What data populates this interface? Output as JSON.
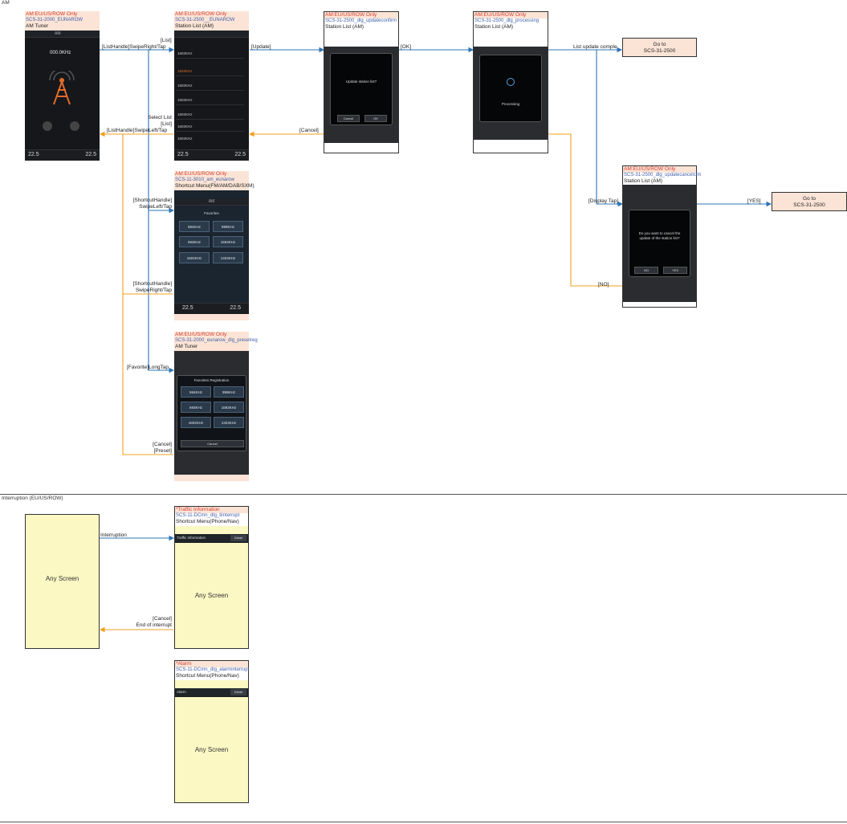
{
  "sections": {
    "am_label": "AM",
    "interruption_label": "Interruption (EU/US/ROW)"
  },
  "cards": {
    "am_tuner": {
      "region": "AM:EU/US/ROW Only",
      "code": "SCS-31-2000_EUNAROW",
      "title": "AM Tuner"
    },
    "station_list": {
      "region": "AM:EU/US/ROW Only",
      "code": "SCS-31-2500__EUNAROW",
      "title": "Station List (AM)"
    },
    "update_confirm": {
      "region": "AM:EU/US/ROW Only",
      "code": "SCS-31-2500_dlg_updateconfirm",
      "title": "Station List (AM)"
    },
    "processing": {
      "region": "AM:EU/US/ROW Only",
      "code": "SCS-31-2500_dlg_processing",
      "title": "Station List (AM)"
    },
    "shortcut_menu": {
      "region": "AM:EU/US/ROW Only",
      "code": "SCS-11-3010_am_eunarow",
      "title": "Shortcut Menu(FM/AM/DAB/SXM)"
    },
    "cancel_confirm": {
      "region": "AM:EU/US/ROW Only",
      "code": "SCS-31-2500_dlg_updatecancelcfm",
      "title": "Station List (AM)"
    },
    "preset_reg": {
      "region": "AM:EU/US/ROW Only",
      "code": "SCS-31-2000_eunarow_dlg_presetreg",
      "title": "AM Tuner"
    },
    "traffic": {
      "region": "*Traffic Information",
      "code": "SCS-11-DCmn_dlg_tiinterrupt",
      "title": "Shortcut Menu(Phone/Nav)"
    },
    "alarm": {
      "region": "*Alarm",
      "code": "SCS-11-DCmn_dlg_alarminterrupt",
      "title": "Shortcut Menu(Phone/Nav)"
    }
  },
  "goto_boxes": {
    "top": {
      "line1": "Go to",
      "line2": "SCS-31-2500"
    },
    "right": {
      "line1": "Go to",
      "line2": "SCS-31-2500"
    }
  },
  "any_screen": {
    "left": "Any Screen",
    "traffic": "Any Screen",
    "alarm": "Any Screen"
  },
  "transitions": {
    "list": "[List]",
    "list_handle_swipe_right": "[ListHandle]SwipeRight/Tap",
    "update": "[Update]",
    "ok": "[OK]",
    "list_update_complete": "List update comple",
    "select_list": "Select List",
    "list2": "[List]",
    "list_handle_swipe_left": "[ListHandle]SwipeLeft/Tap",
    "cancel": "[Cancel]",
    "display_tap": "[Display Tap]",
    "yes": "[YES]",
    "no": "[NO]",
    "shortcut_handle_left_1": "[ShortcutHandle]",
    "shortcut_handle_left_2": "SwipeLeft/Tap",
    "shortcut_handle_right_1": "[ShortcutHandle]",
    "shortcut_handle_right_2": "SwipeRight/Tap",
    "favorite_longtap": "[Favorite]LongTap",
    "cancel2": "[Cancel]",
    "preset": "[Preset]",
    "interruption": "Interruption",
    "cancel3": "[Cancel]",
    "end_of_interrupt": "End of interrupt"
  },
  "screens": {
    "tuner": {
      "freq": "000.0KHz",
      "temp_left": "22.5",
      "temp_right": "22.5",
      "status": "AM"
    },
    "list": {
      "items": [
        "1602KHz",
        "1602KHz",
        "1602KHz",
        "1602KHz",
        "1602KHz",
        "1602KHz",
        "1602KHz"
      ],
      "temp_left": "22.5",
      "temp_right": "22.5"
    },
    "update_dialog": {
      "message": "Update station list?",
      "cancel": "Cancel",
      "ok": "OK"
    },
    "processing": {
      "message": "Processing"
    },
    "shortcut": {
      "header": "AM",
      "sub": "Favorites",
      "presets": [
        "594KHz",
        "999KHz",
        "693KHz",
        "1593KHz",
        "1602KHz",
        "1323KHz"
      ],
      "temp_left": "22.5",
      "temp_right": "22.5"
    },
    "cancel_dialog": {
      "message": "Do you want to cancel the update of the station list?",
      "no": "NO",
      "yes": "YES"
    },
    "preset_dialog": {
      "message": "Favorites Registration",
      "presets": [
        "594KHz",
        "999KHz",
        "693KHz",
        "1593KHz",
        "1602KHz",
        "1323KHz"
      ],
      "cancel": "Cancel"
    },
    "traffic_bar": {
      "label": "Traffic Information",
      "button": "Detail"
    },
    "alarm_bar": {
      "label": "Alarm",
      "button": "Detail"
    }
  },
  "colors": {
    "blue_arrow": "#2e75b6",
    "orange_arrow": "#f0a020",
    "region_red": "#d73a2b",
    "code_blue": "#3f5fa8",
    "header_peach": "#fbe4d6",
    "any_screen_yellow": "#fbf8c4"
  }
}
